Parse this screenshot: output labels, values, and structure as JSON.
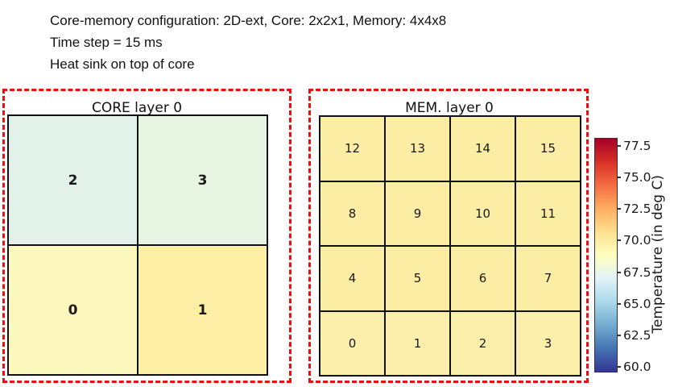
{
  "header": {
    "line1": "Core-memory configuration: 2D-ext, Core: 2x2x1, Memory: 4x4x8",
    "line2": "Time step = 15 ms",
    "line3": "Heat sink on top of core"
  },
  "core_panel": {
    "title": "CORE layer 0",
    "rows": 2,
    "cols": 2,
    "cells": [
      {
        "label": "2",
        "color": "#e2f2eb"
      },
      {
        "label": "3",
        "color": "#e8f4e2"
      },
      {
        "label": "0",
        "color": "#fcf7bd"
      },
      {
        "label": "1",
        "color": "#fdeea6"
      }
    ]
  },
  "mem_panel": {
    "title": "MEM. layer 0",
    "rows": 4,
    "cols": 4,
    "cells": [
      {
        "label": "12",
        "color": "#fceda5"
      },
      {
        "label": "13",
        "color": "#fceda5"
      },
      {
        "label": "14",
        "color": "#fceda5"
      },
      {
        "label": "15",
        "color": "#fceda5"
      },
      {
        "label": "8",
        "color": "#fceda5"
      },
      {
        "label": "9",
        "color": "#fceda5"
      },
      {
        "label": "10",
        "color": "#fceda5"
      },
      {
        "label": "11",
        "color": "#fceda5"
      },
      {
        "label": "4",
        "color": "#fceda5"
      },
      {
        "label": "5",
        "color": "#fceda5"
      },
      {
        "label": "6",
        "color": "#fceda5"
      },
      {
        "label": "7",
        "color": "#fceda5"
      },
      {
        "label": "0",
        "color": "#fcefab"
      },
      {
        "label": "1",
        "color": "#fcefab"
      },
      {
        "label": "2",
        "color": "#fcefab"
      },
      {
        "label": "3",
        "color": "#fcefab"
      }
    ]
  },
  "colorbar": {
    "axis_label": "Temperature (in deg C)",
    "ticks": [
      "77.5",
      "75.0",
      "72.5",
      "70.0",
      "67.5",
      "65.0",
      "62.5",
      "60.0"
    ],
    "gradient_stops_top_to_bottom": [
      "#a50026",
      "#d73027",
      "#f46d43",
      "#fdae61",
      "#fee090",
      "#ffffbf",
      "#e0f3f8",
      "#abd9e9",
      "#74add1",
      "#4575b4",
      "#313695"
    ]
  },
  "accent": {
    "dashed_border_color": "#f20d0d",
    "grid_line_color": "#111111"
  },
  "chart_data": [
    {
      "type": "heatmap",
      "title": "CORE layer 0",
      "grid_shape": [
        2,
        2
      ],
      "cell_labels": [
        [
          "2",
          "3"
        ],
        [
          "0",
          "1"
        ]
      ],
      "values_estimated_deg_c": [
        [
          68.1,
          68.4
        ],
        [
          69.3,
          69.9
        ]
      ],
      "colormap": "RdYlBu_r",
      "vmin": 60.0,
      "vmax": 78.0,
      "note": "cell values estimated from color; printed labels are core indices"
    },
    {
      "type": "heatmap",
      "title": "MEM. layer 0",
      "grid_shape": [
        4,
        4
      ],
      "cell_labels": [
        [
          "12",
          "13",
          "14",
          "15"
        ],
        [
          "8",
          "9",
          "10",
          "11"
        ],
        [
          "4",
          "5",
          "6",
          "7"
        ],
        [
          "0",
          "1",
          "2",
          "3"
        ]
      ],
      "values_estimated_deg_c": [
        [
          69.9,
          69.9,
          69.9,
          69.9
        ],
        [
          69.9,
          69.9,
          69.9,
          69.9
        ],
        [
          69.9,
          69.9,
          69.9,
          69.9
        ],
        [
          69.7,
          69.7,
          69.7,
          69.7
        ]
      ],
      "colormap": "RdYlBu_r",
      "vmin": 60.0,
      "vmax": 78.0,
      "note": "cell values estimated from color; printed labels are memory bank indices"
    },
    {
      "type": "colorbar",
      "label": "Temperature (in deg C)",
      "tick_values": [
        77.5,
        75.0,
        72.5,
        70.0,
        67.5,
        65.0,
        62.5,
        60.0
      ],
      "range": [
        60.0,
        78.0
      ],
      "colormap": "RdYlBu_r",
      "orientation": "vertical"
    }
  ]
}
